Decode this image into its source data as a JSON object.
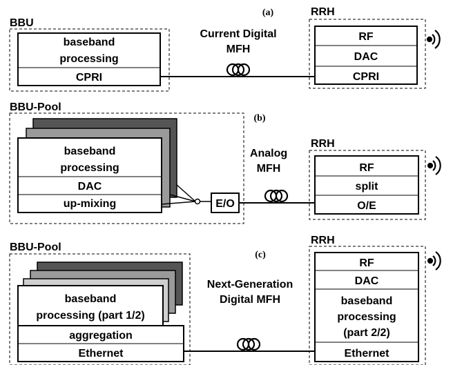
{
  "a": {
    "panel_label": "(a)",
    "bbu_title": "BBU",
    "bbu_proc_line1": "baseband",
    "bbu_proc_line2": "processing",
    "bbu_cpri": "CPRI",
    "link_line1": "Current Digital",
    "link_line2": "MFH",
    "rrh_title": "RRH",
    "rrh_rf": "RF",
    "rrh_dac": "DAC",
    "rrh_cpri": "CPRI"
  },
  "b": {
    "panel_label": "(b)",
    "pool_title": "BBU-Pool",
    "proc_line1": "baseband",
    "proc_line2": "processing",
    "dac": "DAC",
    "upmix": "up-mixing",
    "eo": "E/O",
    "link_line1": "Analog",
    "link_line2": "MFH",
    "rrh_title": "RRH",
    "rrh_rf": "RF",
    "rrh_split": "split",
    "rrh_oe": "O/E"
  },
  "c": {
    "panel_label": "(c)",
    "pool_title": "BBU-Pool",
    "proc_line1": "baseband",
    "proc_line2": "processing (part 1/2)",
    "aggregation": "aggregation",
    "ethernet": "Ethernet",
    "link_line1": "Next-Generation",
    "link_line2": "Digital MFH",
    "rrh_title": "RRH",
    "rrh_rf": "RF",
    "rrh_dac": "DAC",
    "rrh_proc_line1": "baseband",
    "rrh_proc_line2": "processing",
    "rrh_proc_line3": "(part 2/2)",
    "rrh_ethernet": "Ethernet"
  },
  "icons": [
    "fiber-coil-icon",
    "antenna-icon"
  ],
  "colors": {
    "card_dark": "#555555",
    "card_mid": "#9a9a9a",
    "card_light": "#cfcfcf"
  }
}
